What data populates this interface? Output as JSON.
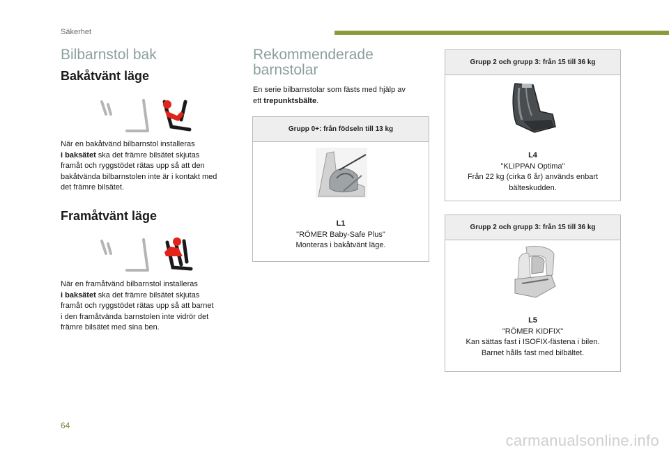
{
  "header": {
    "section": "Säkerhet"
  },
  "left": {
    "title": "Bilbarnstol bak",
    "rear": {
      "heading": "Bakåtvänt läge",
      "lines": [
        [
          "När en bakåtvänd bilbarnstol installeras",
          ""
        ],
        [
          "i baksätet",
          " ska det främre bilsätet skjutas"
        ],
        [
          "framåt och ryggstödet rätas upp så att den",
          ""
        ],
        [
          "bakåtvända bilbarnstolen inte är i kontakt med",
          ""
        ],
        [
          "det främre bilsätet.",
          ""
        ]
      ]
    },
    "front": {
      "heading": "Framåtvänt läge",
      "lines": [
        [
          "När en framåtvänd bilbarnstol installeras",
          ""
        ],
        [
          "i baksätet",
          " ska det främre bilsätet skjutas"
        ],
        [
          "framåt och ryggstödet rätas upp så att barnet",
          ""
        ],
        [
          "i den framåtvända barnstolen inte vidrör det",
          ""
        ],
        [
          "främre bilsätet med sina ben.",
          ""
        ]
      ]
    }
  },
  "middle": {
    "title_line1": "Rekommenderade",
    "title_line2": "barnstolar",
    "intro_line1": "En serie bilbarnstolar som fästs med hjälp av",
    "intro_line2_pre": "ett ",
    "intro_line2_bold": "trepunktsbälte",
    "intro_line2_post": "."
  },
  "cards": [
    {
      "group": "Grupp 0+: från födseln till 13 kg",
      "code": "L1",
      "name": "\"RÖMER Baby-Safe Plus\"",
      "lines": [
        "Monteras i bakåtvänt läge."
      ]
    },
    {
      "group": "Grupp 2 och grupp 3: från 15 till 36 kg",
      "code": "L4",
      "name": "\"KLIPPAN Optima\"",
      "lines": [
        "Från 22 kg (cirka 6 år) används enbart",
        "bälteskudden."
      ]
    },
    {
      "group": "Grupp 2 och grupp 3: från 15 till 36 kg",
      "code": "L5",
      "name": "\"RÖMER KIDFIX\"",
      "lines": [
        "Kan sättas fast i ISOFIX-fästena i bilen.",
        "Barnet hålls fast med bilbältet."
      ]
    }
  ],
  "footer": {
    "page": "64",
    "watermark": "carmanualsonline.info"
  },
  "colors": {
    "accent": "#8c9a3a",
    "title": "#8c9e9f",
    "child": "#e2231a"
  }
}
